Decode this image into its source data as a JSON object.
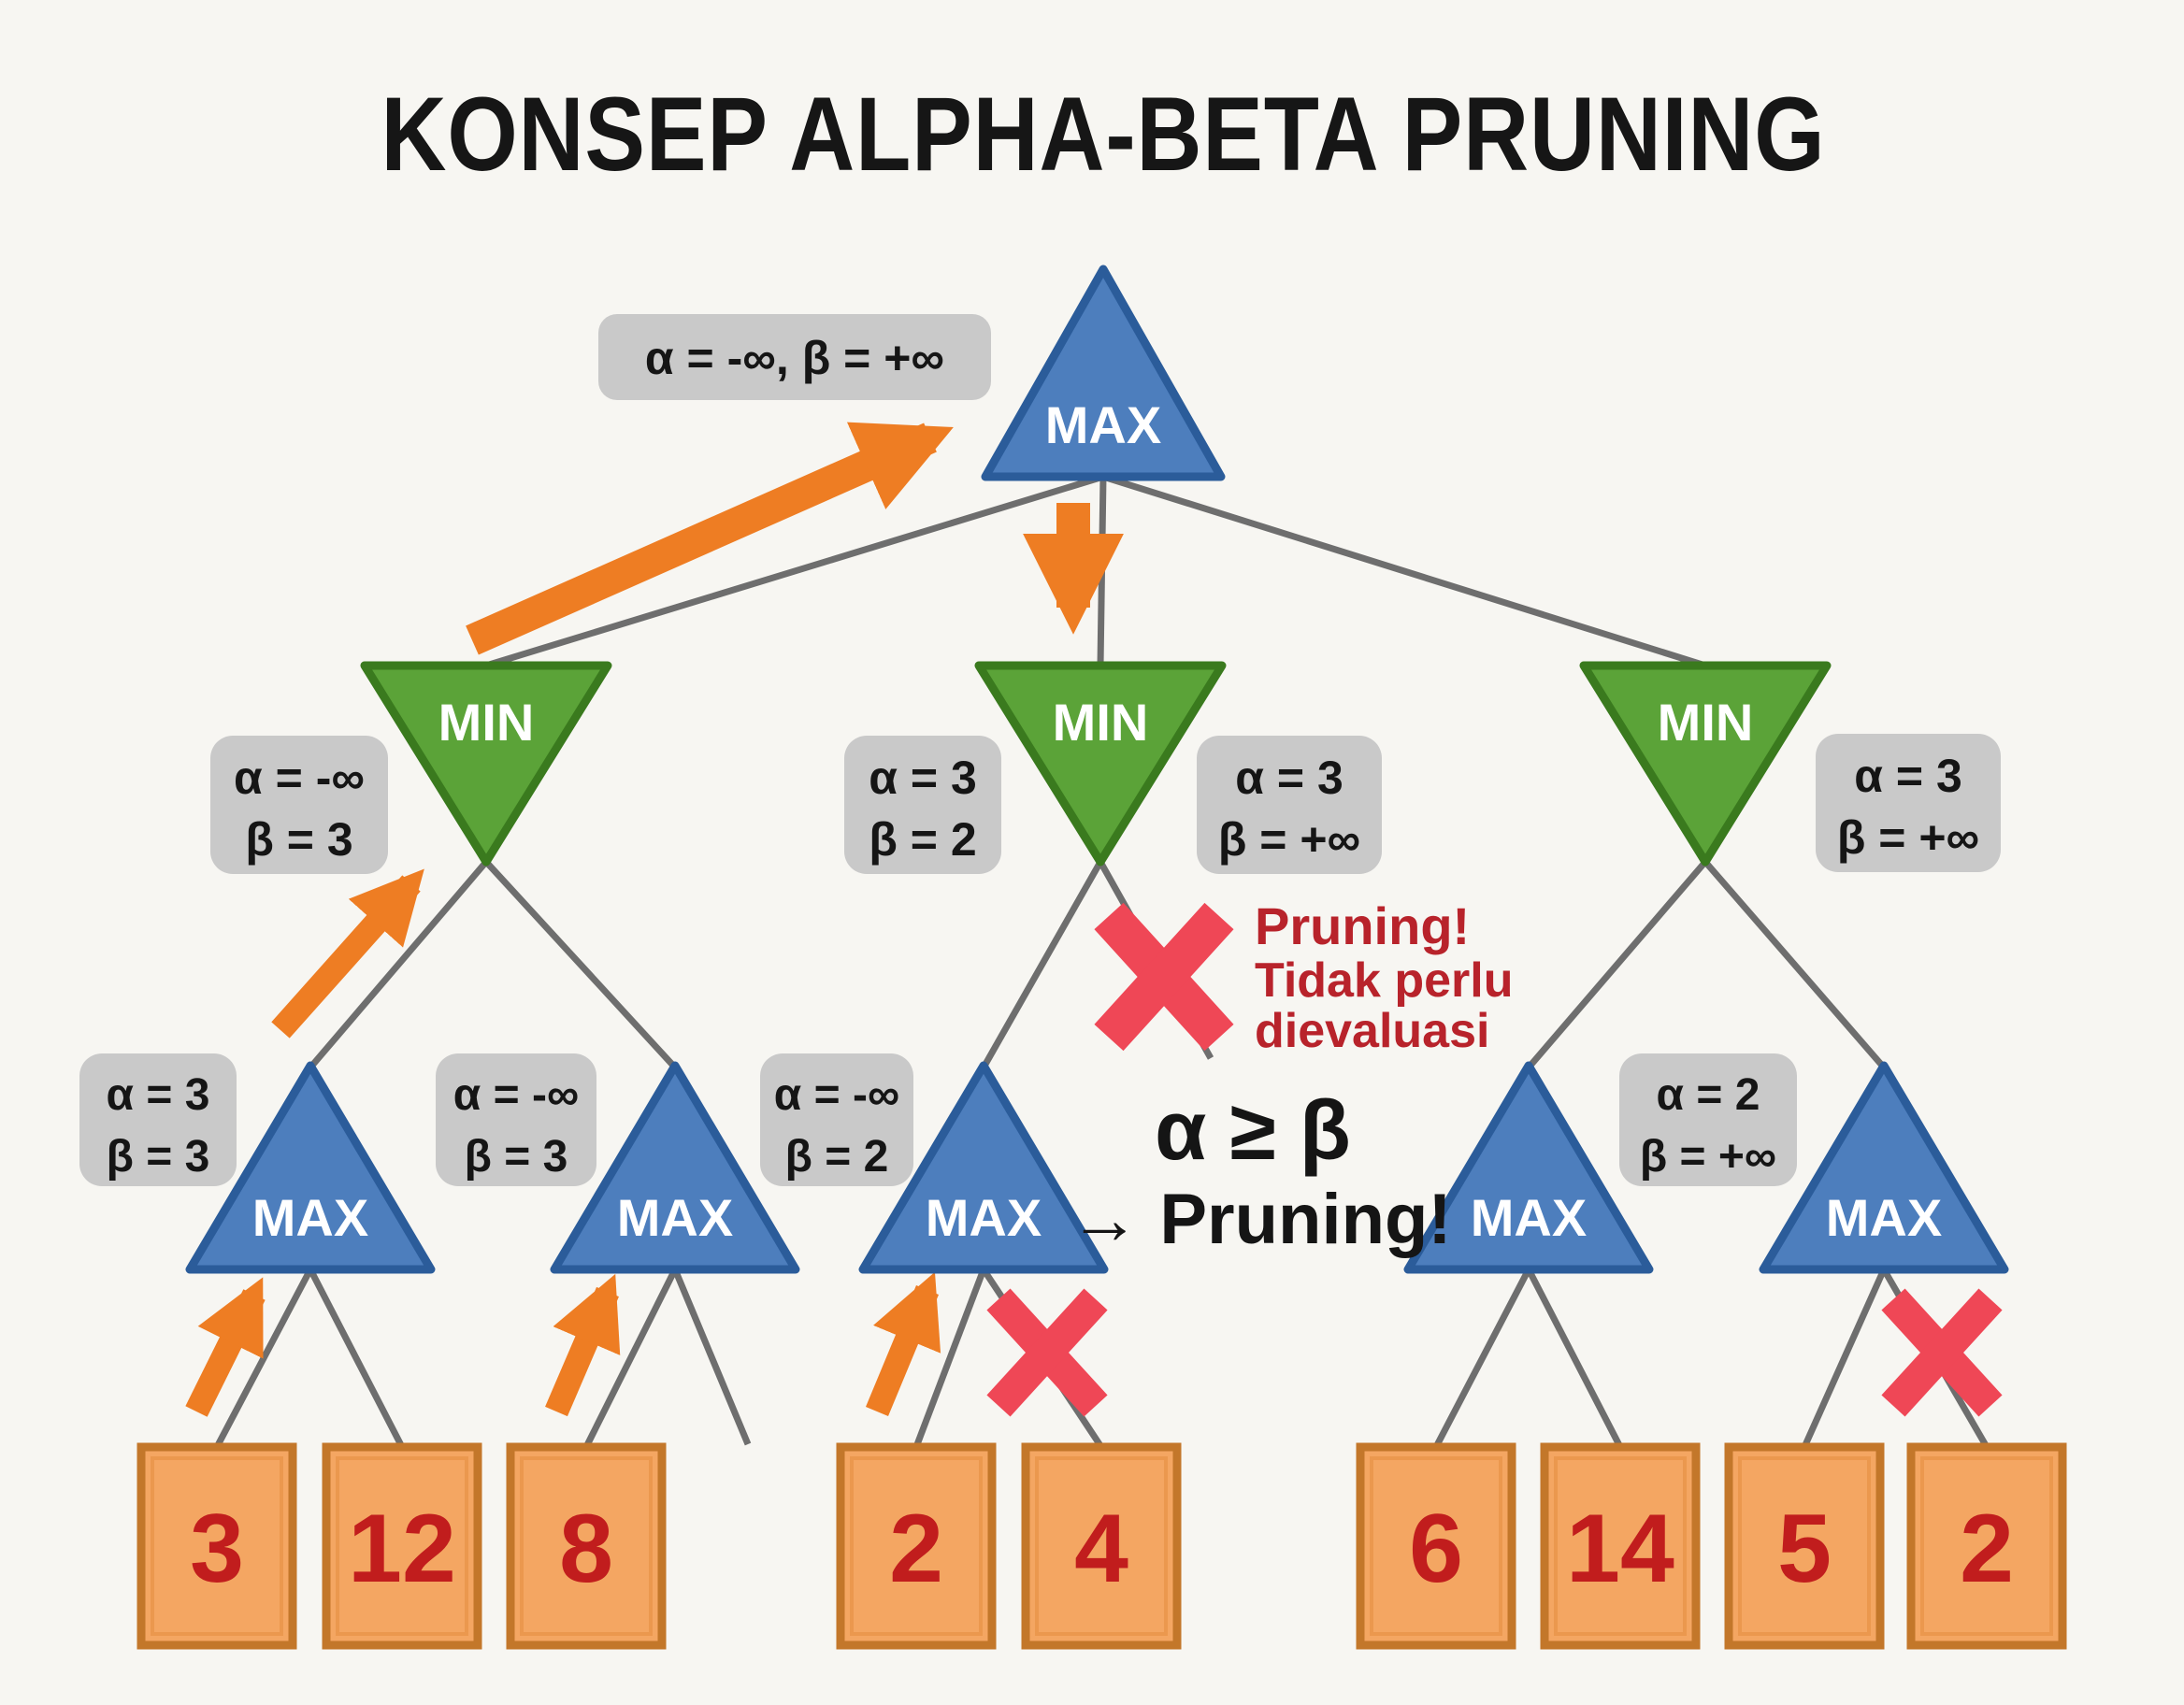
{
  "title": "KONSEP ALPHA-BETA PRUNING",
  "nodes": {
    "max_label": "MAX",
    "min_label": "MIN"
  },
  "labels": {
    "root": "α = -∞, β = +∞",
    "min1": [
      "α = -∞",
      "β = 3"
    ],
    "min2_left": [
      "α = 3",
      "β = 2"
    ],
    "min2_right": [
      "α = 3",
      "β = +∞"
    ],
    "min3": [
      "α = 3",
      "β = +∞"
    ],
    "max1": [
      "α = 3",
      "β = 3"
    ],
    "max2": [
      "α = -∞",
      "β = 3"
    ],
    "max3": [
      "α = -∞",
      "β = 2"
    ],
    "max45": [
      "α = 2",
      "β = +∞"
    ]
  },
  "pruning_note": {
    "line1": "Pruning!",
    "line2": "Tidak perlu",
    "line3": "dievaluasi"
  },
  "condition": {
    "line1": "α ≥ β",
    "line2": "→ Pruning!"
  },
  "leaves": [
    "3",
    "12",
    "8",
    "2",
    "4",
    "6",
    "14",
    "5",
    "2"
  ],
  "colors": {
    "background": "#f7f6f2",
    "title_color": "#161616",
    "node_blue": "#4d7ebd",
    "node_blue_border": "#2b5c9a",
    "node_green": "#5ba338",
    "node_green_border": "#3a7a1e",
    "edge_gray": "#6e6e6e",
    "label_box_gray": "#c9c9c9",
    "label_text": "#151515",
    "arrow_orange": "#ee7d23",
    "leaf_fill": "#f4a662",
    "leaf_border": "#c3772a",
    "leaf_inner": "#e8954a",
    "leaf_value_red": "#c11d1d",
    "x_red": "#ef4756",
    "note_red": "#b8232b"
  }
}
